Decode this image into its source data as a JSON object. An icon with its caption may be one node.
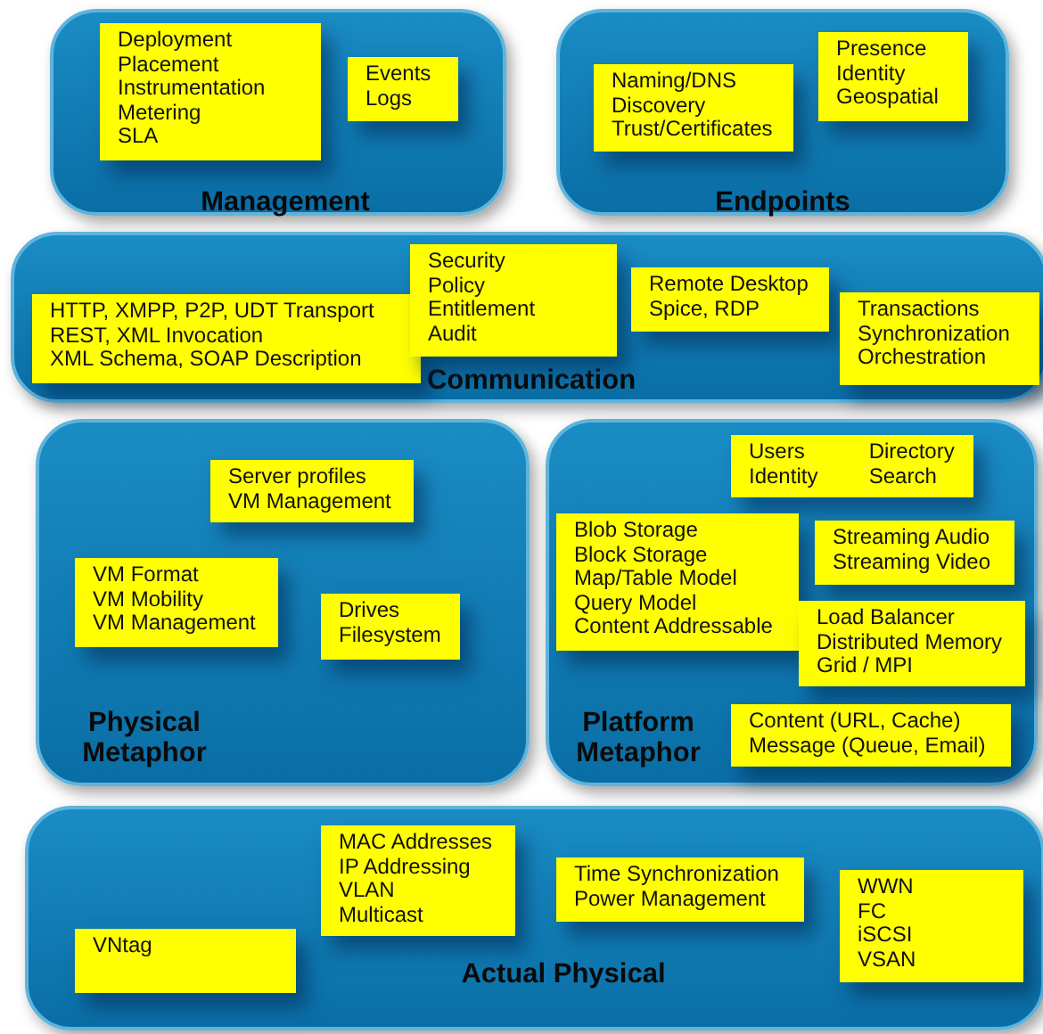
{
  "diagram": {
    "nodes": [
      {
        "text": [
          "Management"
        ]
      },
      {
        "text": [
          "Deployment",
          "Placement",
          "Instrumentation",
          "Metering",
          "SLA"
        ],
        "in": 0
      },
      {
        "text": [
          "Events",
          "Logs"
        ],
        "in": 0
      },
      {
        "text": [
          "Endpoints"
        ]
      },
      {
        "text": [
          "Naming/DNS",
          "Discovery",
          "Trust/Certificates"
        ],
        "in": 3
      },
      {
        "text": [
          "Presence",
          "Identity",
          "Geospatial"
        ],
        "in": 3
      },
      {
        "text": [
          "Communication"
        ]
      },
      {
        "text": [
          "HTTP, XMPP, P2P, UDT Transport",
          "REST, XML Invocation",
          "XML Schema, SOAP Description"
        ],
        "in": 6
      },
      {
        "text": [
          "Security",
          "Policy",
          "Entitlement",
          "Audit"
        ],
        "in": 6
      },
      {
        "text": [
          "Remote Desktop",
          "Spice, RDP"
        ],
        "in": 6
      },
      {
        "text": [
          "Transactions",
          "Synchronization",
          "Orchestration"
        ],
        "in": 6
      },
      {
        "text": [
          "Physical Metaphor"
        ]
      },
      {
        "text": [
          "Server profiles",
          "VM Management"
        ],
        "in": 11
      },
      {
        "text": [
          "VM Format",
          "VM Mobility",
          "VM Management"
        ],
        "in": 11
      },
      {
        "text": [
          "Drives",
          "Filesystem"
        ],
        "in": 11
      },
      {
        "text": [
          "Platform Metaphor"
        ]
      },
      {
        "text": [
          "Users",
          "Identity",
          "Directory",
          "Search"
        ],
        "in": 15
      },
      {
        "text": [
          "Blob Storage",
          "Block Storage",
          "Map/Table Model",
          "Query Model",
          "Content Addressable"
        ],
        "in": 15
      },
      {
        "text": [
          "Streaming Audio",
          "Streaming Video"
        ],
        "in": 15
      },
      {
        "text": [
          "Load Balancer",
          "Distributed Memory",
          "Grid / MPI"
        ],
        "in": 15
      },
      {
        "text": [
          "Content (URL, Cache)",
          "Message (Queue, Email)"
        ],
        "in": 15
      },
      {
        "text": [
          "Actual Physical"
        ]
      },
      {
        "text": [
          "MAC Addresses",
          "IP Addressing",
          "VLAN",
          "Multicast"
        ],
        "in": 21
      },
      {
        "text": [
          "Time Synchronization",
          "Power Management"
        ],
        "in": 21
      },
      {
        "text": [
          "WWN",
          "FC",
          "iSCSI",
          "VSAN"
        ],
        "in": 21
      },
      {
        "text": [
          "VNtag"
        ],
        "in": 21
      }
    ]
  }
}
